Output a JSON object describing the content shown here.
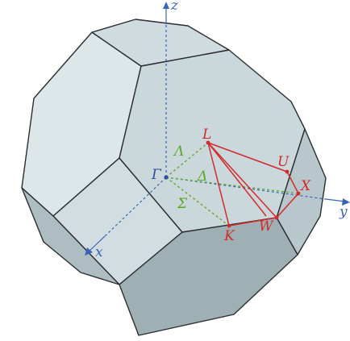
{
  "colors": {
    "face_light": "#dde7ea",
    "face_mid": "#c7d4d8",
    "face_dark": "#aab9be",
    "face_darker": "#98a9ae",
    "edge": "#2a2e30",
    "axis": "#3a64b8",
    "path": "#d22b2b",
    "symmetry": "#5aa82a",
    "gamma": "#2c4f99"
  },
  "axes": {
    "x": "x",
    "y": "y",
    "z": "z"
  },
  "points": {
    "gamma": "Γ",
    "L": "L",
    "U": "U",
    "X": "X",
    "W": "W",
    "K": "K"
  },
  "lines": {
    "lambda": "Λ",
    "delta": "Δ",
    "sigma": "Σ"
  }
}
